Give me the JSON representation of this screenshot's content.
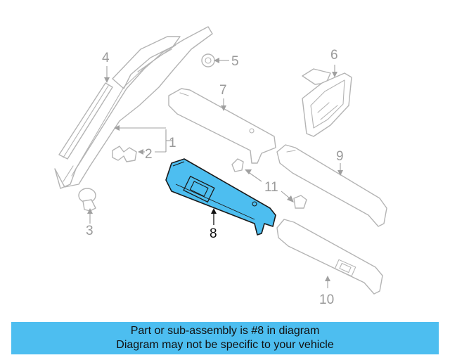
{
  "diagram": {
    "callouts": [
      "1",
      "2",
      "3",
      "4",
      "5",
      "6",
      "7",
      "8",
      "9",
      "10",
      "11"
    ],
    "highlight_color": "#4dbef0",
    "highlighted_part": "8"
  },
  "banner": {
    "line1": "Part or sub-assembly is #8 in diagram",
    "line2": "Diagram may not be specific to your vehicle",
    "background": "#4dbef0"
  }
}
